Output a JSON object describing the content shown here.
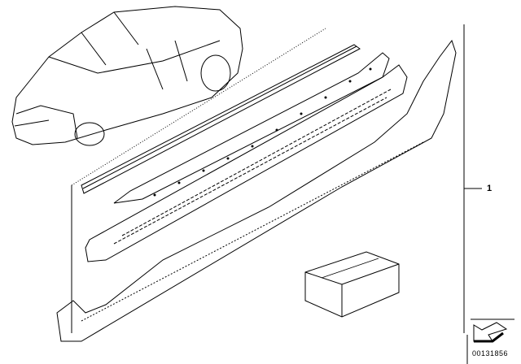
{
  "diagram": {
    "callouts": [
      {
        "number": "1",
        "part": "side-skirt-kit"
      }
    ],
    "reference_number": "00131856",
    "parts": [
      "vehicle-outline",
      "trim-strip",
      "step-plate",
      "step-support",
      "side-skirt",
      "small-parts-box"
    ]
  }
}
